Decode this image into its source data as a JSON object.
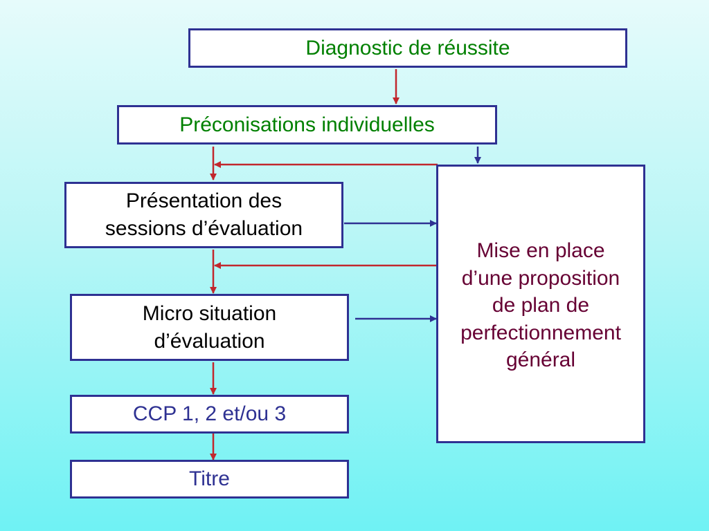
{
  "colors": {
    "border": "#2e3192",
    "arrow_red": "#c1272d",
    "arrow_blue": "#2e3192",
    "text_green": "#008000",
    "text_blue": "#2e3192",
    "text_black": "#000000",
    "text_maroon": "#660033"
  },
  "nodes": {
    "diagnostic": {
      "label": "Diagnostic de réussite"
    },
    "preconisations": {
      "label": "Préconisations individuelles"
    },
    "presentation": {
      "line1": "Présentation des",
      "line2": "sessions d’évaluation"
    },
    "micro": {
      "line1": "Micro situation",
      "line2": "d’évaluation"
    },
    "ccp": {
      "label": "CCP 1, 2 et/ou 3"
    },
    "titre": {
      "label": "Titre"
    },
    "mise_en_place": {
      "line1": "Mise en place",
      "line2": "d’une proposition",
      "line3": "de plan de",
      "line4": "perfectionnement",
      "line5": "général"
    }
  },
  "edges": [
    {
      "from": "diagnostic",
      "to": "preconisations",
      "color": "red"
    },
    {
      "from": "preconisations",
      "to": "presentation",
      "color": "red"
    },
    {
      "from": "preconisations",
      "to": "mise_en_place",
      "color": "blue"
    },
    {
      "from": "mise_en_place",
      "to": "presentation",
      "color": "red"
    },
    {
      "from": "presentation",
      "to": "mise_en_place",
      "color": "blue"
    },
    {
      "from": "presentation",
      "to": "micro",
      "color": "red"
    },
    {
      "from": "mise_en_place",
      "to": "micro",
      "color": "red"
    },
    {
      "from": "micro",
      "to": "mise_en_place",
      "color": "blue"
    },
    {
      "from": "micro",
      "to": "ccp",
      "color": "red"
    },
    {
      "from": "ccp",
      "to": "titre",
      "color": "red"
    }
  ]
}
